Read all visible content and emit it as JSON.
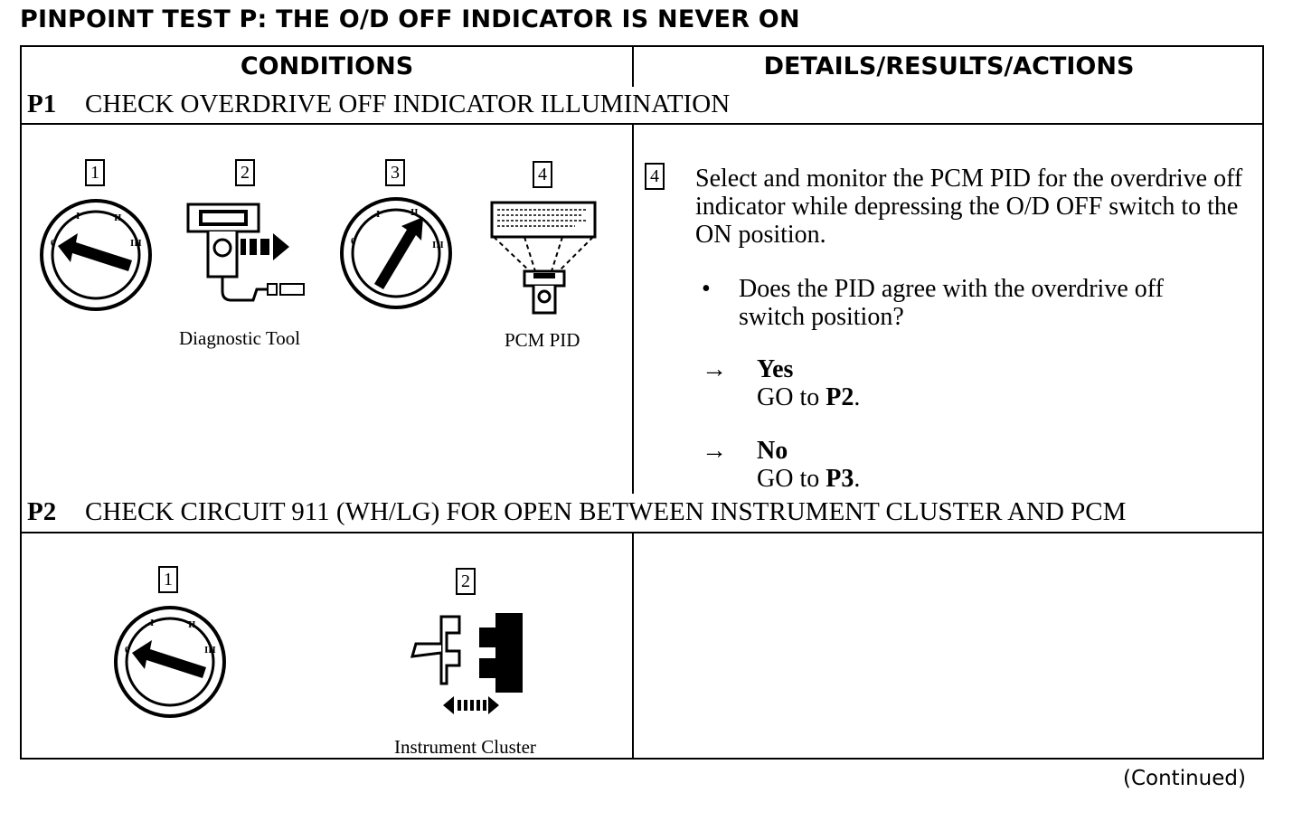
{
  "title": "PINPOINT TEST P: THE O/D OFF INDICATOR IS NEVER ON",
  "headers": {
    "conditions": "CONDITIONS",
    "details": "DETAILS/RESULTS/ACTIONS"
  },
  "sections": [
    {
      "id": "P1",
      "title": "CHECK OVERDRIVE OFF INDICATOR ILLUMINATION",
      "steps": [
        {
          "num": "1",
          "icon": "ignition-switch-off-icon",
          "caption": ""
        },
        {
          "num": "2",
          "icon": "diagnostic-tool-icon",
          "caption": "Diagnostic Tool"
        },
        {
          "num": "3",
          "icon": "ignition-switch-on-icon",
          "caption": ""
        },
        {
          "num": "4",
          "icon": "pcm-pid-monitor-icon",
          "caption": "PCM PID"
        }
      ],
      "detail": {
        "step": "4",
        "text": "Select and monitor the PCM PID for the overdrive off indicator while depressing the O/D OFF switch to the ON position.",
        "question": "Does the PID agree with the overdrive off switch position?",
        "bullet": "•",
        "arrow": "→",
        "yes_label": "Yes",
        "yes_action_prefix": "GO to ",
        "yes_target": "P2",
        "no_label": "No",
        "no_action_prefix": "GO to ",
        "no_target": "P3",
        "period": "."
      }
    },
    {
      "id": "P2",
      "title": "CHECK CIRCUIT 911 (WH/LG) FOR OPEN BETWEEN INSTRUMENT CLUSTER AND PCM",
      "steps": [
        {
          "num": "1",
          "icon": "ignition-switch-off-icon",
          "caption": ""
        },
        {
          "num": "2",
          "icon": "connector-disconnect-icon",
          "caption": "Instrument Cluster"
        }
      ]
    }
  ],
  "footer": "(Continued)"
}
